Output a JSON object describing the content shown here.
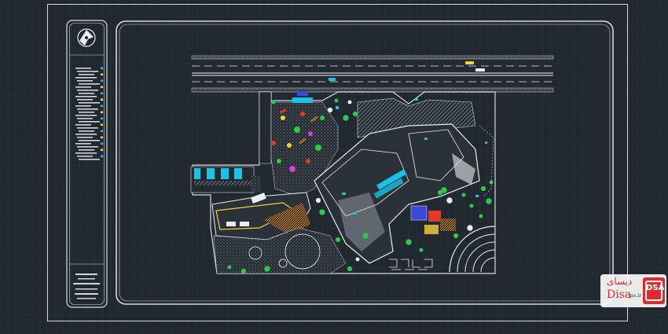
{
  "app": {
    "title": ""
  },
  "drawing": {
    "background": "#212830",
    "grid_color": "#2b333c",
    "frame_color": "#d6dadf",
    "legend_text_color": "#cfd6dc",
    "accent_cyan": "#19c3e6",
    "accent_yellow": "#f2d23c",
    "accent_green": "#30c84a",
    "accent_red": "#e23a2a",
    "accent_magenta": "#d640d6",
    "title_block_logo": "north-arrow-icon"
  },
  "watermark": {
    "brand_latin": "Disa",
    "brand_suffix": "me.ir",
    "brand_script": "ديساى",
    "logo_letters": "DSA",
    "brand_color": "#e0282e"
  }
}
